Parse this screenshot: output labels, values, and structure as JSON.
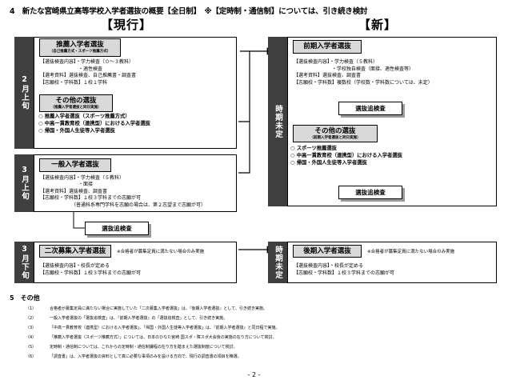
{
  "heading": "4　新たな宮崎県立高等学校入学者選抜の概要【全日制】　※【定時制・通信制】については、引き続き検討",
  "current": {
    "label": "【現行】",
    "feb_bar": "2月上旬",
    "mar_early_bar": "3月上旬",
    "mar_late_bar": "3月下旬",
    "suisen": {
      "title": "推薦入学者選抜",
      "subtitle": "（自己推薦方式・スポーツ推薦方式）",
      "lines": [
        "【選抜検査内容】・学力検査（０～３教科）",
        "　　　　　　　　・適性検査",
        "【選考資料】選抜検査、自己推薦書・調査書",
        "【志願校・学科数】１校１学科"
      ]
    },
    "other": {
      "title": "その他の選抜",
      "subtitle": "（推薦入学者選抜と同日実施）",
      "items": [
        "推薦入学者選抜（スポーツ推薦方式）",
        "中高一貫教育校（連携型）における入学者選抜",
        "帰国・外国人生徒等入学者選抜"
      ]
    },
    "ippan": {
      "title": "一般入学者選抜",
      "lines": [
        "【選抜検査内容】・学力検査（５教科）",
        "　　　　　　　　・面接",
        "【選考資料】選抜検査、調査書",
        "【志願校・学科数】１校３学科までの志願が可",
        "　　　　　　　（普通科系専門学科を志願の場合は、第２志望まで志願が可）"
      ]
    },
    "tsuika": "選抜追検査",
    "niji": {
      "title": "二次募集入学者選抜",
      "note": "※合格者が募集定員に満たない場合のみ実施",
      "lines": [
        "【選抜検査内容】・校長が定める",
        "【志願校・学科数】１校３学科までの志願が可"
      ]
    }
  },
  "new": {
    "label": "【新】",
    "undecided_bar_1": "時期未定",
    "undecided_bar_2": "時期未定",
    "zenki": {
      "title": "前期入学者選抜",
      "lines": [
        "【選抜検査内容】・学力検査（５教科）",
        "　　　　　　　　・学校独自検査（面接、適性検査等）",
        "【選考資料】選抜検査、調査書",
        "【志願校・学科数】複数校（学校数・学科数については、未定）"
      ]
    },
    "tsuika_1": "選抜追検査",
    "other": {
      "title": "その他の選抜",
      "subtitle": "（前期入学者選抜と同日実施）",
      "items": [
        "スポーツ推薦選抜",
        "中高一貫教育校（連携型）における入学者選抜",
        "帰国・外国人生徒等入学者選抜"
      ]
    },
    "tsuika_2": "選抜追検査",
    "kouki": {
      "title": "後期入学者選抜",
      "note": "※合格者が募集定員に満たない場合のみ実施",
      "lines": [
        "【選抜検査内容】・校長が定める",
        "【志願校・学科数】１校３学科までの志願が可"
      ]
    }
  },
  "section5": {
    "title": "5　その他",
    "items": [
      {
        "num": "（1）",
        "text": "合格者が募集定員に満たない場合に実施していた「二次募集入学者選抜」は、『後期入学者選抜』として、引き続き実施。"
      },
      {
        "num": "（2）",
        "text": "一般入学者選抜の「選抜追検査」は、『前期入学者選抜』の「選抜追検査」として、引き続き実施。"
      },
      {
        "num": "（3）",
        "text": "「中高一貫教育校（連携型）における入学者選抜」、「帰国・外国人生徒等入学者選抜」は、『前期入学者選抜』と同日程で実施。"
      },
      {
        "num": "（4）",
        "text": "「推薦入学者選抜（スポーツ推薦方式）」については、日本のひなた宮崎 国スポ・障スポ大会後の実施の在り方について検討。"
      },
      {
        "num": "（5）",
        "text": "定時制・通信制については、これからの定時制・通信制課程の在り方を踏まえた選抜制度について検討。"
      },
      {
        "num": "（6）",
        "text": "「調査書」は、入学者選抜の資料として真に必要な事項のみを設ける方向で、現行の調査書の項目を精選。"
      }
    ]
  },
  "page_number": "- 2 -"
}
